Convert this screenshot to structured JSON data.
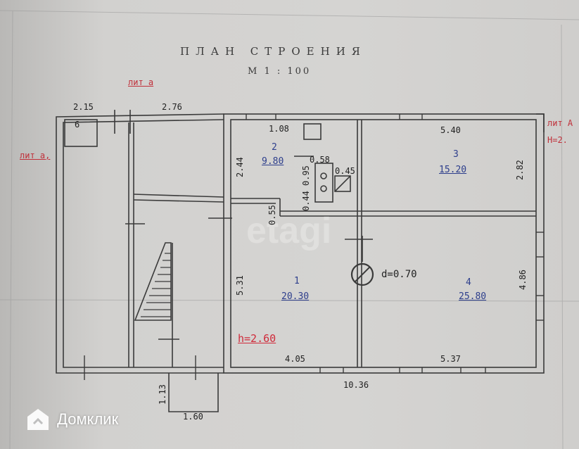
{
  "title": "ПЛАН СТРОЕНИЯ",
  "scale": "М 1 : 100",
  "dimensions": {
    "d_2_15": "2.15",
    "d_2_76": "2.76",
    "d_1_08": "1.08",
    "d_5_40": "5.40",
    "d_2_82": "2.82",
    "d_2_44": "2.44",
    "d_0_58": "0.58",
    "d_0_45": "0.45",
    "d_0_95": "0.95",
    "d_0_44": "0.44",
    "d_0_55": "0.55",
    "d_5_31": "5.31",
    "d_4_86": "4.86",
    "d_4_05": "4.05",
    "d_5_37": "5.37",
    "d_10_36": "10.36",
    "d_1_13": "1.13",
    "d_1_60": "1.60",
    "chimney": "d=0.70"
  },
  "rooms": [
    {
      "number": "2",
      "area": "9.80"
    },
    {
      "number": "3",
      "area": "15.20"
    },
    {
      "number": "1",
      "area": "20.30"
    },
    {
      "number": "4",
      "area": "25.80"
    }
  ],
  "annotations": {
    "lit_a_top": "лит а",
    "lit_a1": "лит а,",
    "lit_A_right": "лит А",
    "h_right": "H=2.",
    "h_inside": "h=2.60",
    "stair_count": "6"
  },
  "watermark": {
    "brand": "Домклик",
    "center": "etagi"
  },
  "colors": {
    "ink": "#2a2a2a",
    "blue": "#2d3e8c",
    "red": "#c0303a",
    "paper": "#d3d2d0"
  }
}
